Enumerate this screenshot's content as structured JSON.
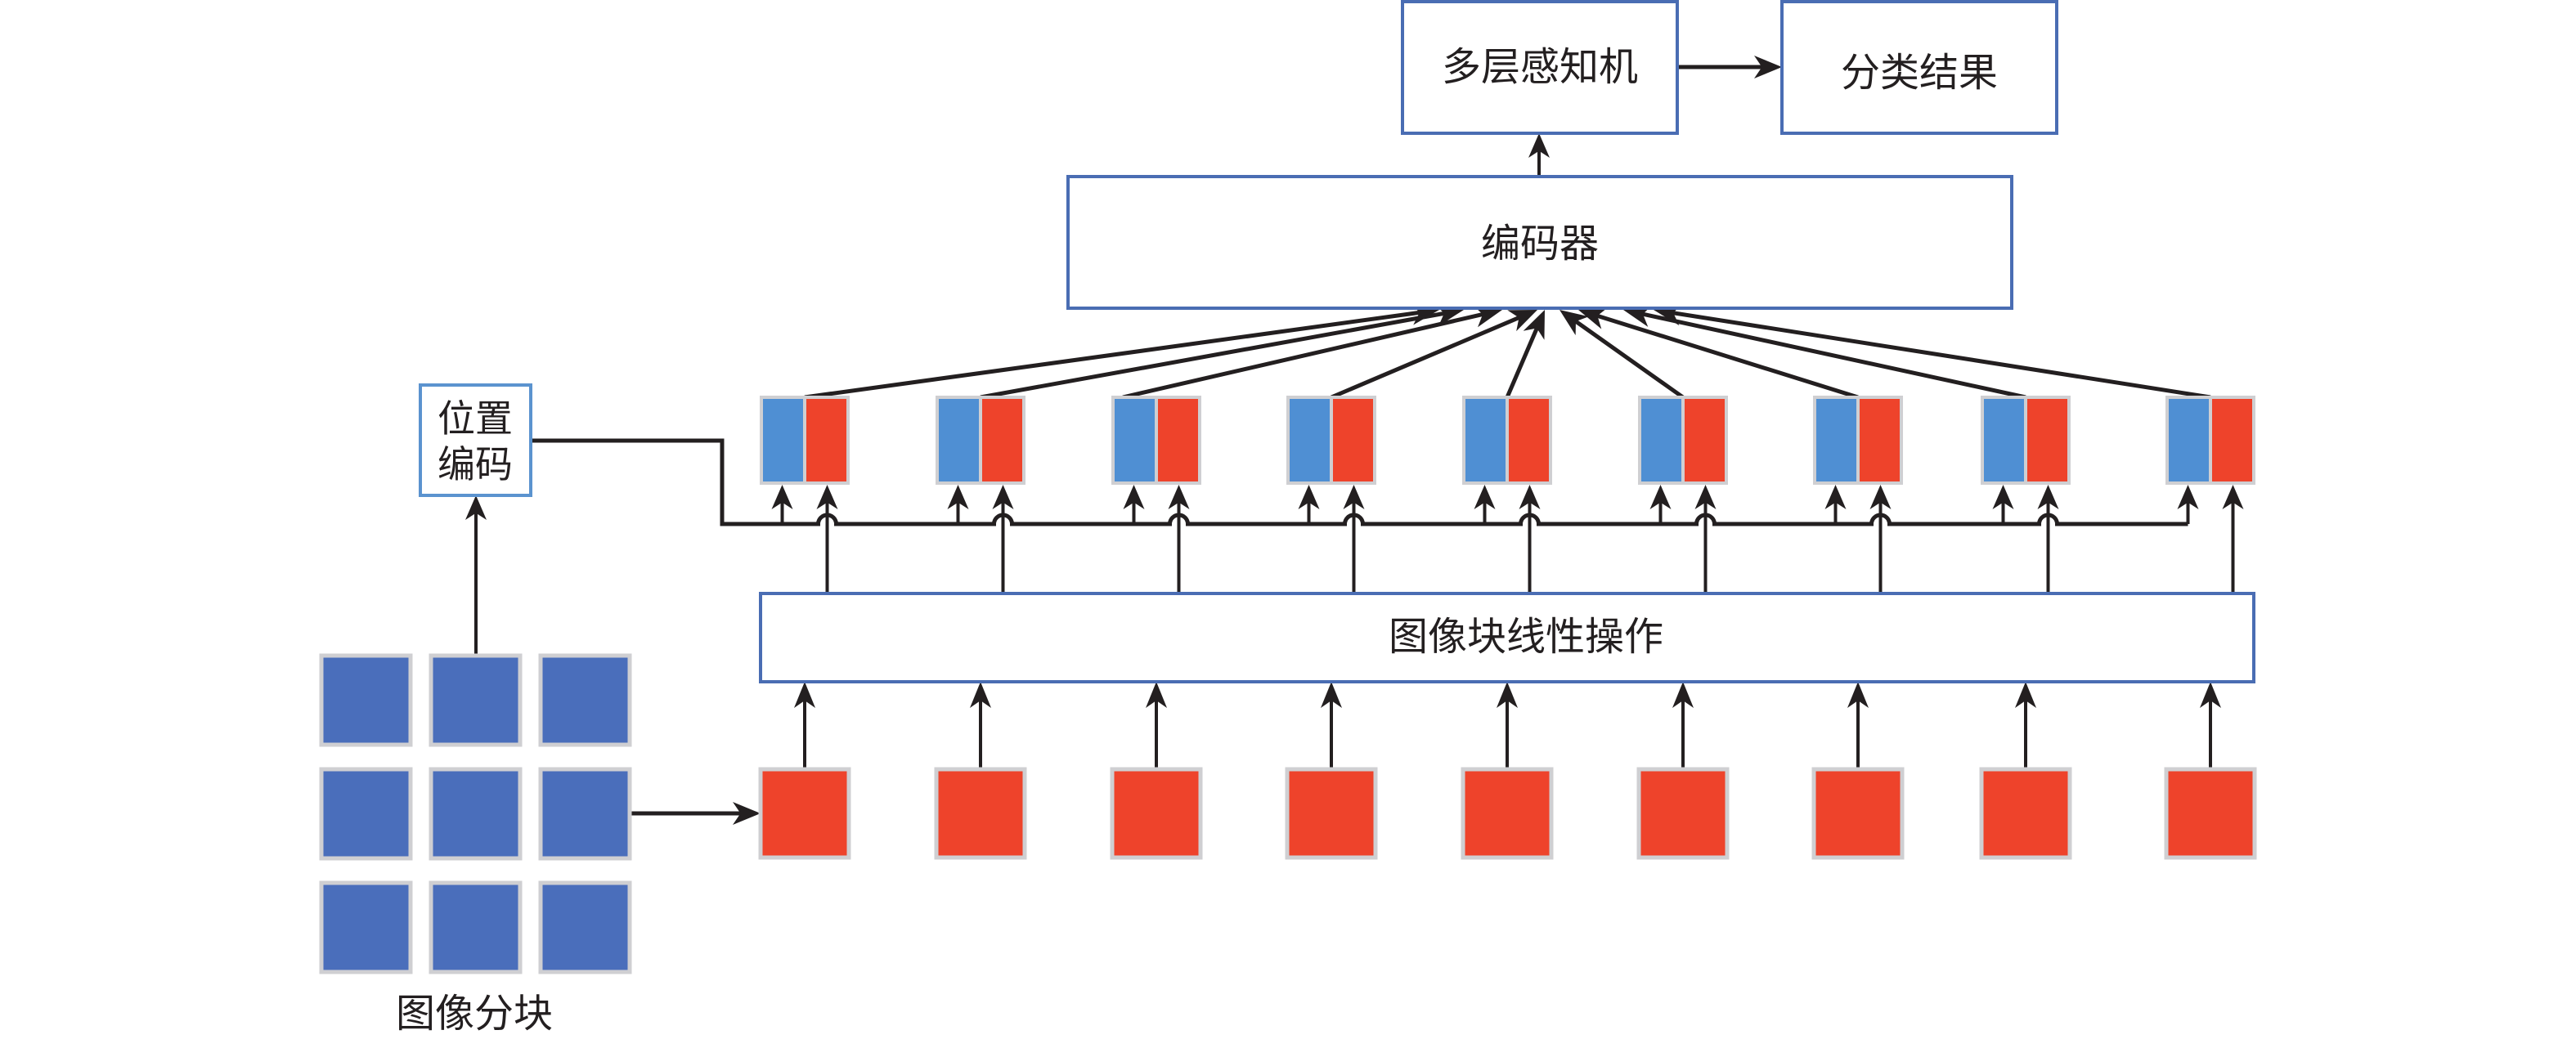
{
  "figure": {
    "type": "Vision Transformer (ViT) architecture diagram",
    "colors": {
      "box_border": "#4a6db3",
      "position_box_border": "#5b93cf",
      "image_patch": "#4a6ebb",
      "patch_embedding": "#ee432b",
      "position_embedding": "#4f8fd3",
      "cell_border": "#cfcfd2",
      "arrow": "#231f20"
    }
  },
  "nodes": {
    "mlp_head": {
      "label": "多层感知机"
    },
    "classification_result": {
      "label": "分类结果"
    },
    "encoder": {
      "label": "编码器"
    },
    "position_encoding": {
      "label_line1": "位置",
      "label_line2": "编码"
    },
    "linear_projection": {
      "label": "图像块线性操作"
    },
    "image_patches": {
      "label": "图像分块",
      "rows": 3,
      "cols": 3
    }
  },
  "token_count": 9,
  "edges": [
    {
      "from": "image_patches",
      "to": "patch_embeddings"
    },
    {
      "from": "image_patches",
      "to": "position_encoding"
    },
    {
      "from": "patch_embeddings",
      "to": "linear_projection"
    },
    {
      "from": "linear_projection",
      "to": "token_pairs.patch_half"
    },
    {
      "from": "position_encoding",
      "to": "token_pairs.position_half"
    },
    {
      "from": "token_pairs",
      "to": "encoder"
    },
    {
      "from": "encoder",
      "to": "mlp_head"
    },
    {
      "from": "mlp_head",
      "to": "classification_result"
    }
  ]
}
